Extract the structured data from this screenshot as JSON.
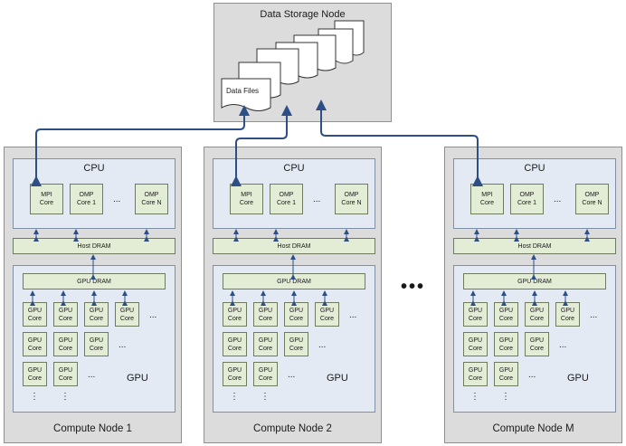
{
  "storage": {
    "title": "Data Storage Node",
    "files_label": "Data Files"
  },
  "nodes": [
    {
      "label": "Compute Node 1"
    },
    {
      "label": "Compute Node 2"
    },
    {
      "label": "Compute Node M"
    }
  ],
  "cpu": {
    "title": "CPU",
    "mpi_core": "MPI\nCore",
    "omp_core_1": "OMP\nCore 1",
    "omp_core_n": "OMP\nCore N",
    "ellipsis": "..."
  },
  "host_dram": "Host DRAM",
  "gpu": {
    "title": "GPU",
    "dram": "GPU DRAM",
    "core": "GPU\nCore",
    "ellipsis_h": "...",
    "ellipsis_v": "⋮"
  },
  "between_nodes": "•••",
  "colors": {
    "node_bg": "#dcdcdc",
    "panel_bg": "#e4eaf4",
    "core_bg": "#e3ecd5",
    "arrow": "#2d4f86"
  }
}
